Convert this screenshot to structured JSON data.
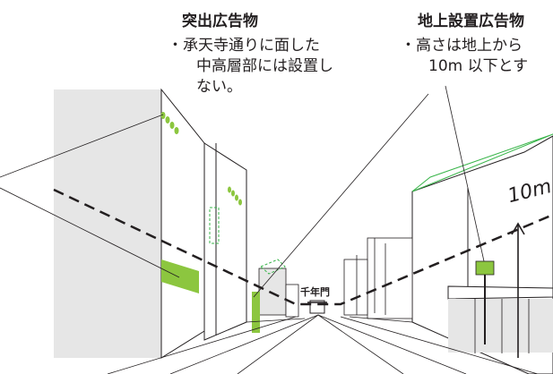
{
  "captions": {
    "protruding": {
      "title": "突出広告物",
      "lines": [
        "・承天寺通りに面した",
        "中高層部には設置し",
        "ない。"
      ]
    },
    "ground": {
      "title": "地上設置広告物",
      "lines": [
        "・高さは地上から",
        "10m 以下とす"
      ]
    }
  },
  "scene": {
    "height_marker": "10m",
    "gate_label": "千年門"
  },
  "colors": {
    "sign_green": "#8cc63f",
    "outline_green": "#39b54a",
    "line": "#231f20",
    "building_fill": "#e6e6e6"
  }
}
